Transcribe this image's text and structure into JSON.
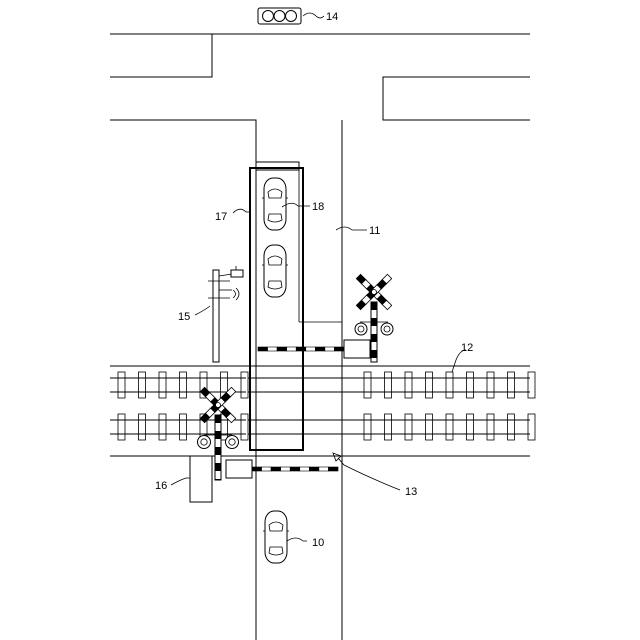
{
  "figure": {
    "labels": {
      "vehicle": "10",
      "road": "11",
      "track": "12",
      "crossing": "13",
      "traffic_light": "14",
      "sensor_pole": "15",
      "control_box": "16",
      "detection_area": "17",
      "queued_vehicle": "18"
    },
    "components": {
      "traffic_light_lamps": 3,
      "queued_vehicles": 2,
      "approaching_vehicles": 1,
      "crossing_signals": 2,
      "crossing_barriers": 2,
      "rails": 4
    }
  }
}
